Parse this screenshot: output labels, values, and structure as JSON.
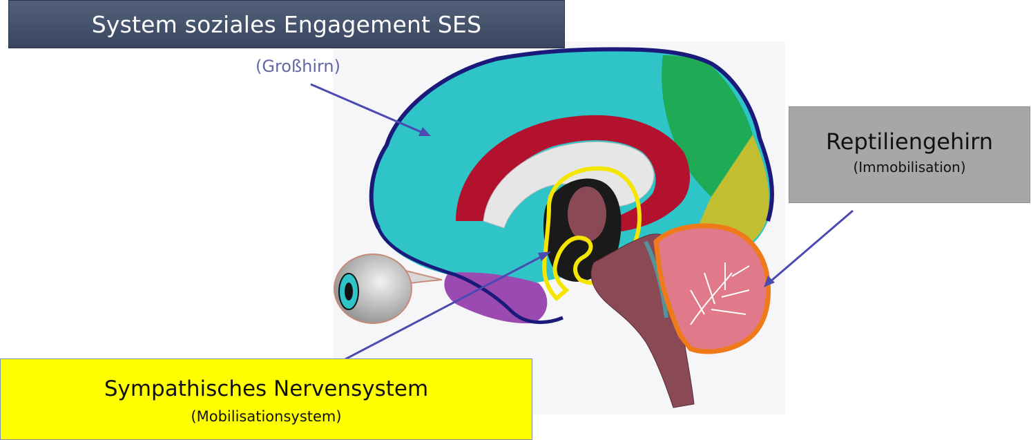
{
  "ses_box": {
    "label": "System soziales Engagement SES"
  },
  "grosshirn_label": "(Großhirn)",
  "reptil_box": {
    "title": "Reptiliengehirn",
    "subtitle": "(Immobilisation)"
  },
  "sympathetic_box": {
    "title": "Sympathisches Nervensystem",
    "subtitle": "(Mobilisationsystem)"
  },
  "colors": {
    "cortex": "#2ec4c8",
    "limbic": "#b3122e",
    "occipital": "#1faa55",
    "cerebellum_outline": "#ef7a1a",
    "brain_outline": "#1a1a7a",
    "midbrain_outline": "#f4e600",
    "arrow": "#4a4ab0",
    "ses_box": "#46536e",
    "reptil_box": "#a7a7a7",
    "sympathetic_box": "#ffff00"
  }
}
